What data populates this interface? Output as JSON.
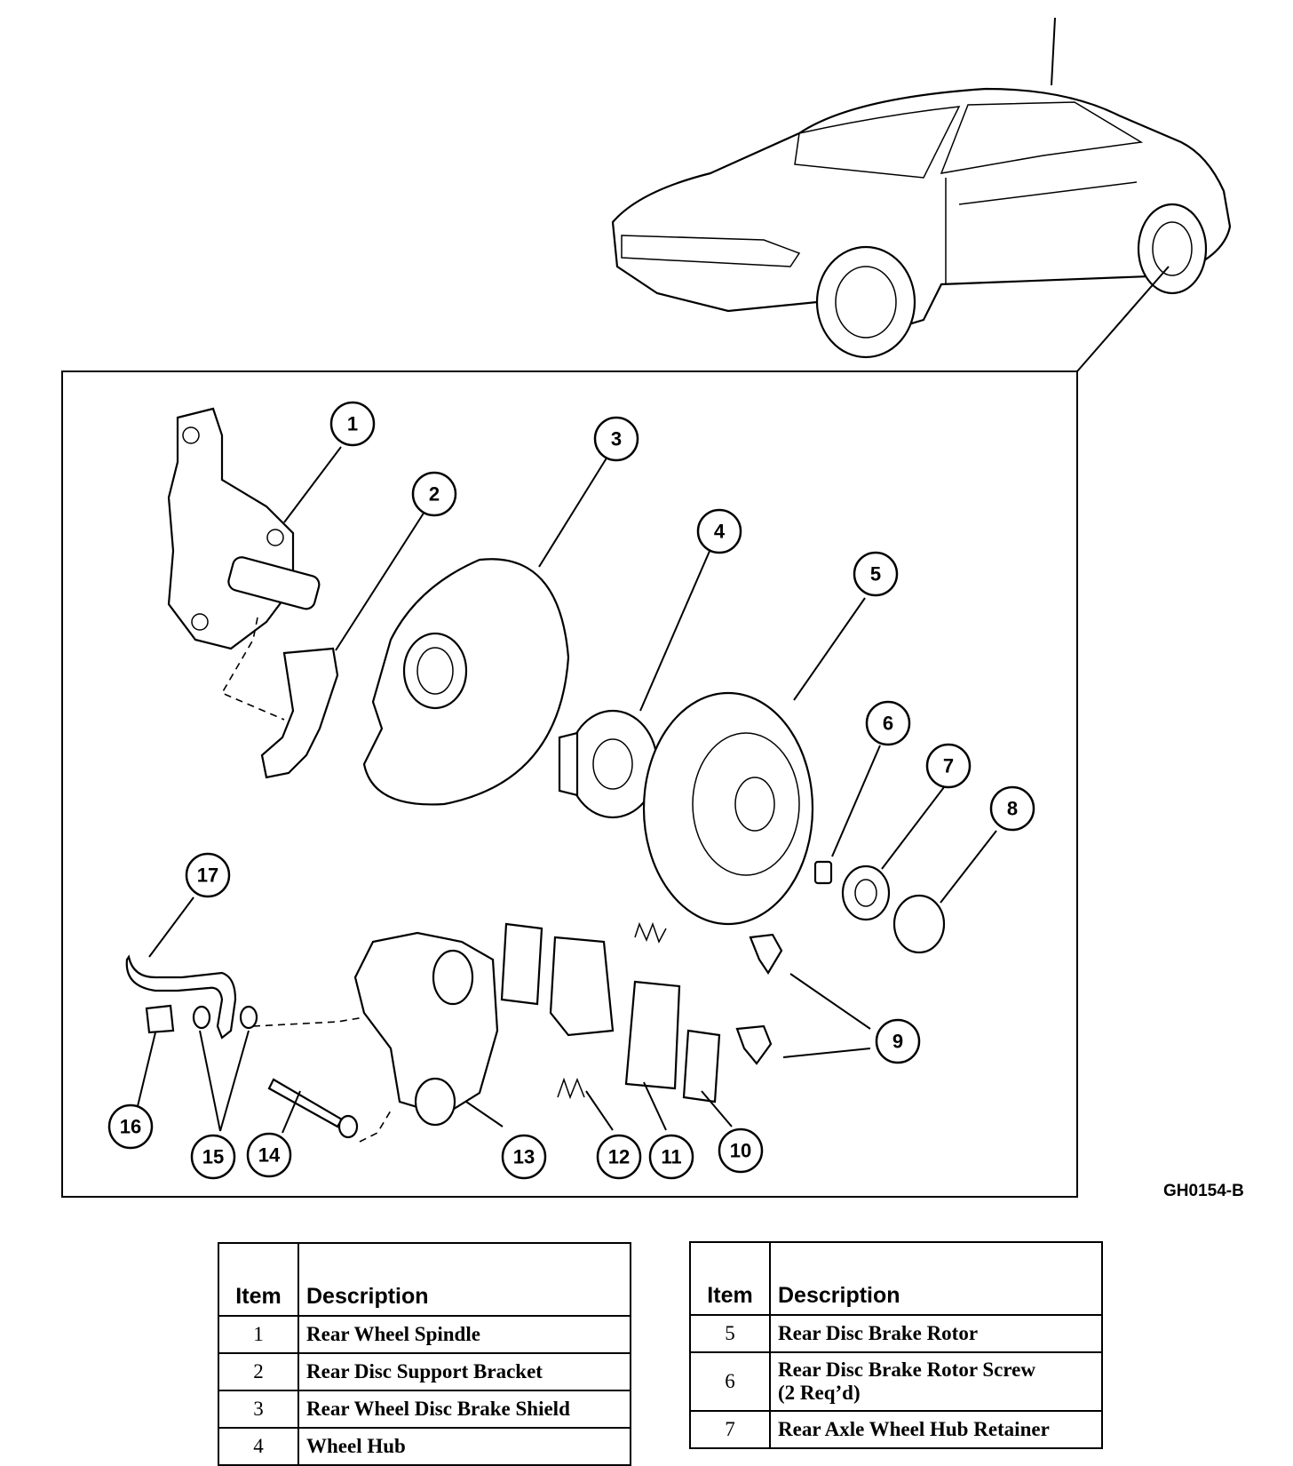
{
  "figure_code": "GH0154-B",
  "callouts": [
    "1",
    "2",
    "3",
    "4",
    "5",
    "6",
    "7",
    "8",
    "9",
    "10",
    "11",
    "12",
    "13",
    "14",
    "15",
    "16",
    "17"
  ],
  "table_left": {
    "headers": {
      "item": "Item",
      "description": "Description"
    },
    "rows": [
      {
        "item": "1",
        "description": "Rear Wheel Spindle"
      },
      {
        "item": "2",
        "description": "Rear Disc Support Bracket"
      },
      {
        "item": "3",
        "description": "Rear Wheel Disc Brake Shield"
      },
      {
        "item": "4",
        "description": "Wheel Hub"
      }
    ]
  },
  "table_right": {
    "headers": {
      "item": "Item",
      "description": "Description"
    },
    "rows": [
      {
        "item": "5",
        "description": "Rear Disc Brake Rotor"
      },
      {
        "item": "6",
        "description": "Rear Disc Brake Rotor Screw",
        "description_line2": "(2 Req’d)"
      },
      {
        "item": "7",
        "description": "Rear Axle Wheel Hub Retainer"
      }
    ]
  }
}
